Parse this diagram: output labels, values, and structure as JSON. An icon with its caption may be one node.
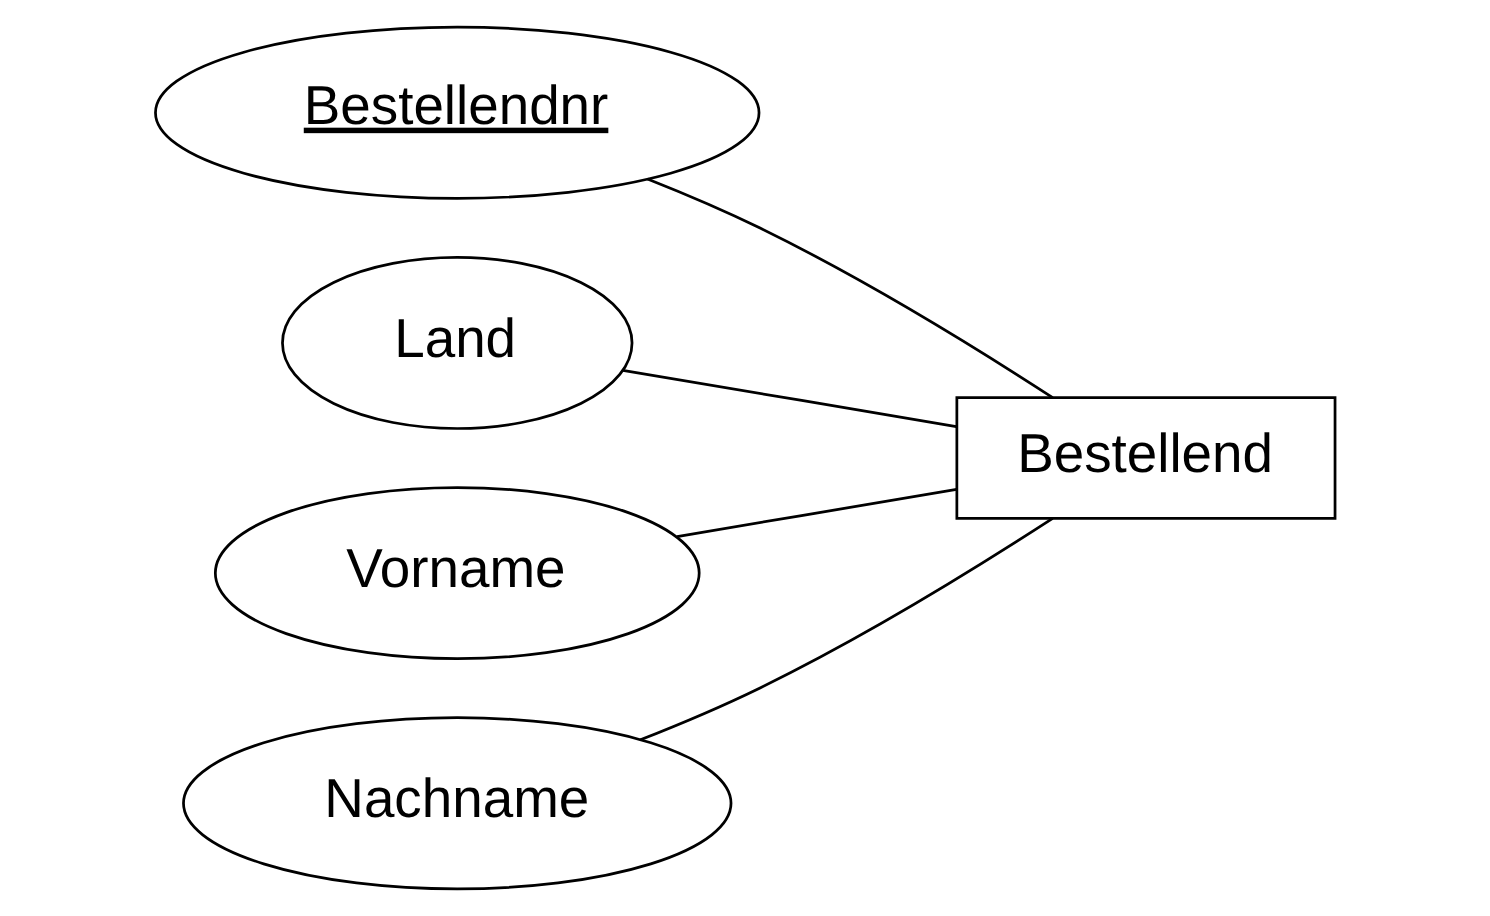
{
  "diagram": {
    "nodes": [
      {
        "text": [
          "Bestellendnr"
        ]
      },
      {
        "text": [
          "Land"
        ]
      },
      {
        "text": [
          "Vorname"
        ]
      },
      {
        "text": [
          "Bestellend"
        ]
      },
      {
        "text": [
          "Nachname"
        ]
      }
    ],
    "edges": [
      {
        "from": 0,
        "to": 3,
        "arrow": "none"
      },
      {
        "from": 1,
        "to": 3,
        "arrow": "none"
      },
      {
        "from": 2,
        "to": 3,
        "arrow": "none"
      },
      {
        "from": 4,
        "to": 3,
        "arrow": "none"
      }
    ]
  }
}
